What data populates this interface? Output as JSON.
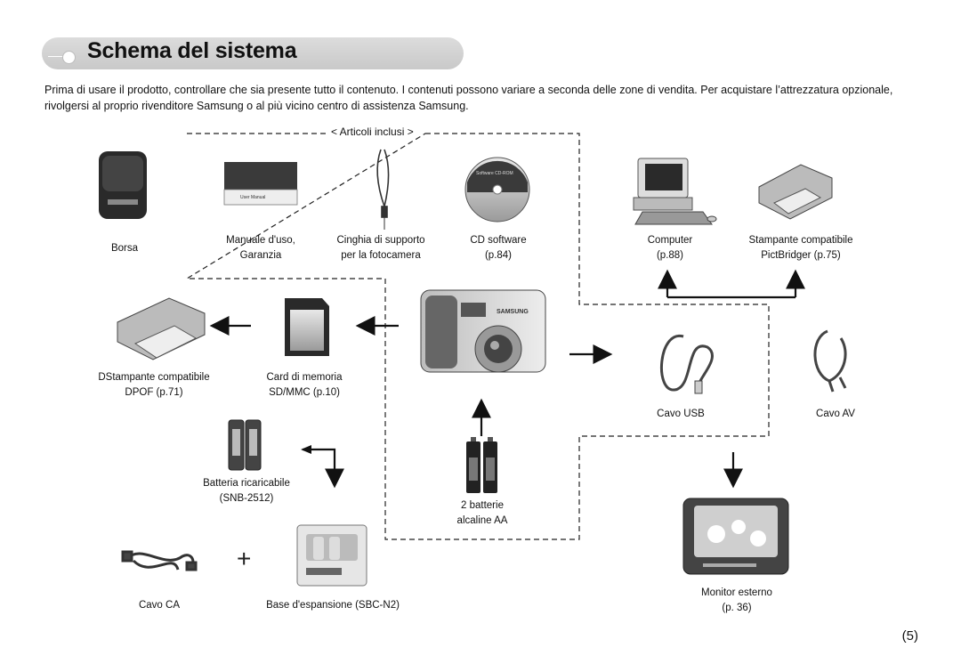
{
  "title": "Schema del sistema",
  "intro": "Prima di usare il prodotto, controllare che sia presente tutto il contenuto. I contenuti possono variare a seconda delle zone di vendita. Per acquistare l’attrezzatura opzionale, rivolgersi al proprio rivenditore Samsung o al più vicino centro di assistenza Samsung.",
  "included_label": "< Articoli inclusi >",
  "items": {
    "borsa": "Borsa",
    "manuale_1": "Manuale d'uso,",
    "manuale_2": "Garanzia",
    "cinghia_1": "Cinghia di supporto",
    "cinghia_2": "per la fotocamera",
    "cd_1": "CD software",
    "cd_2": "(p.84)",
    "computer_1": "Computer",
    "computer_2": "(p.88)",
    "stampante_1": "Stampante compatibile",
    "stampante_2": "PictBridger (p.75)",
    "dpof_1": "DStampante compatibile",
    "dpof_2": "DPOF (p.71)",
    "card_1": "Card di memoria",
    "card_2": "SD/MMC (p.10)",
    "usb": "Cavo USB",
    "av": "Cavo AV",
    "batteria_1": "Batteria ricaricabile",
    "batteria_2": "(SNB-2512)",
    "aa_1": "2 batterie",
    "aa_2": "alcaline AA",
    "cavo_ca": "Cavo CA",
    "base": "Base d'espansione (SBC-N2)",
    "monitor_1": "Monitor esterno",
    "monitor_2": "(p. 36)"
  },
  "image_text": {
    "manual_cover": "User Manual",
    "cd_text": "Software CD-ROM",
    "camera_brand": "SAMSUNG"
  },
  "plus": "+",
  "page_number": "(5)"
}
